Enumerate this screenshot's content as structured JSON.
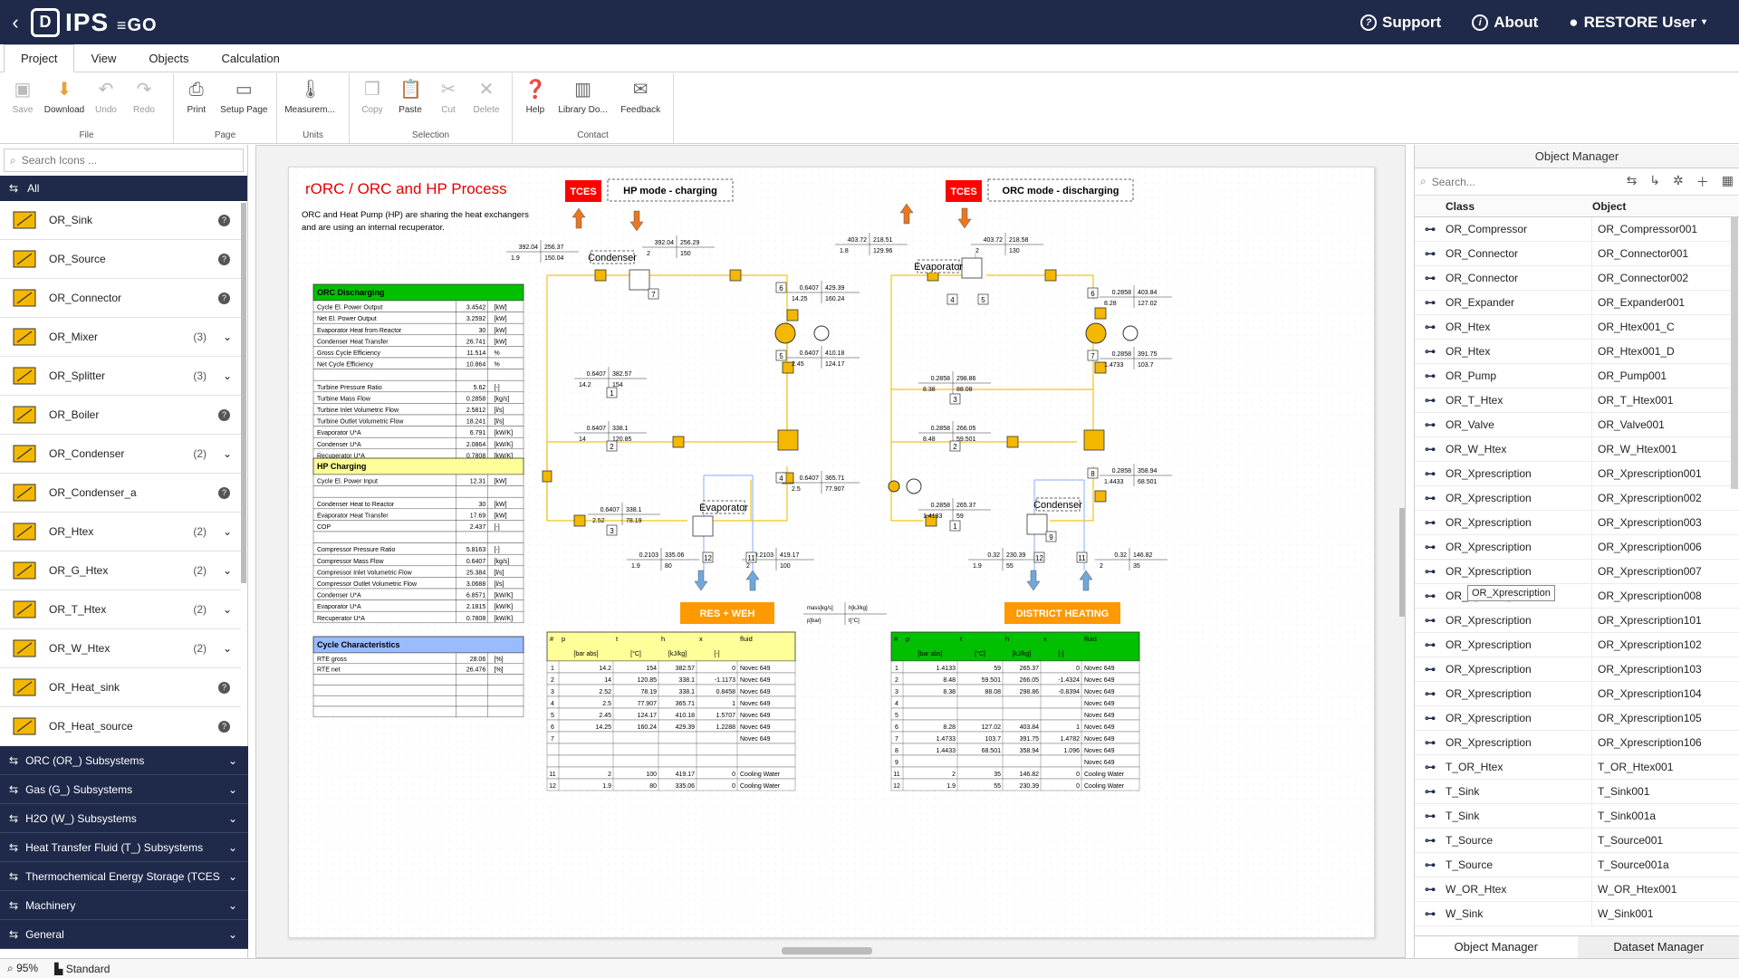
{
  "app": {
    "logo_initial": "D",
    "logo_main": "IPS",
    "logo_tail": "GO",
    "support": "Support",
    "about": "About",
    "user": "RESTORE User"
  },
  "tabs": [
    "Project",
    "View",
    "Objects",
    "Calculation"
  ],
  "ribbon": {
    "file": {
      "title": "File",
      "save": "Save",
      "download": "Download",
      "undo": "Undo",
      "redo": "Redo"
    },
    "page": {
      "title": "Page",
      "print": "Print",
      "setup": "Setup Page"
    },
    "units": {
      "title": "Units",
      "measure": "Measurem..."
    },
    "selection": {
      "title": "Selection",
      "copy": "Copy",
      "paste": "Paste",
      "cut": "Cut",
      "delete": "Delete"
    },
    "contact": {
      "title": "Contact",
      "help": "Help",
      "library": "Library Do...",
      "feedback": "Feedback"
    }
  },
  "left": {
    "search_placeholder": "Search Icons ...",
    "all": "All",
    "items": [
      {
        "label": "OR_Sink",
        "count": "",
        "icon": "arrow-right-icon"
      },
      {
        "label": "OR_Source",
        "count": "",
        "icon": "arrow-right-icon"
      },
      {
        "label": "OR_Connector",
        "count": "",
        "icon": "connector-icon"
      },
      {
        "label": "OR_Mixer",
        "count": "(3)",
        "icon": "mixer-icon"
      },
      {
        "label": "OR_Splitter",
        "count": "(3)",
        "icon": "splitter-icon"
      },
      {
        "label": "OR_Boiler",
        "count": "",
        "icon": "boiler-icon"
      },
      {
        "label": "OR_Condenser",
        "count": "(2)",
        "icon": "condenser-icon"
      },
      {
        "label": "OR_Condenser_a",
        "count": "",
        "icon": "condenser-a-icon"
      },
      {
        "label": "OR_Htex",
        "count": "(2)",
        "icon": "heat-exchanger-icon"
      },
      {
        "label": "OR_G_Htex",
        "count": "(2)",
        "icon": "heat-exchanger-icon"
      },
      {
        "label": "OR_T_Htex",
        "count": "(2)",
        "icon": "heat-exchanger-icon"
      },
      {
        "label": "OR_W_Htex",
        "count": "(2)",
        "icon": "heat-exchanger-icon"
      },
      {
        "label": "OR_Heat_sink",
        "count": "",
        "icon": "heat-sink-icon"
      },
      {
        "label": "OR_Heat_source",
        "count": "",
        "icon": "heat-source-icon"
      }
    ],
    "categories": [
      "ORC (OR_) Subsystems",
      "Gas (G_) Subsystems",
      "H2O (W_) Subsystems",
      "Heat Transfer Fluid (T_) Subsystems",
      "Thermochemical Energy Storage (TCES",
      "Machinery",
      "General"
    ]
  },
  "diagram": {
    "title": "rORC / ORC and HP Process",
    "desc1": "ORC and Heat Pump (HP) are sharing the heat exchangers",
    "desc2": "and are using an internal recuperator.",
    "tces": "TCES",
    "hp_mode": "HP mode - charging",
    "orc_mode": "ORC mode - discharging",
    "res_weh": "RES + WEH",
    "district": "DISTRICT HEATING",
    "legend": {
      "m": "mass[kg/s]",
      "h": "h[kJ/kg]",
      "p": "p[bar]",
      "t": "t[°C]"
    },
    "condenser": "Condenser",
    "evaporator": "Evaporator",
    "orc_table": {
      "title": "ORC Discharging",
      "rows": [
        [
          "Cycle El. Power Output",
          "3.4542",
          "[kW]"
        ],
        [
          "Net El. Power Output",
          "3.2592",
          "[kW]"
        ],
        [
          "Evaporator Heat from Reactor",
          "30",
          "[kW]"
        ],
        [
          "Condenser Heat Transfer",
          "26.741",
          "[kW]"
        ],
        [
          "Gross Cycle Efficiency",
          "11.514",
          "%"
        ],
        [
          "Net Cycle Efficiency",
          "10.864",
          "%"
        ],
        [
          "",
          "",
          ""
        ],
        [
          "Turbine Pressure Ratio",
          "5.62",
          "[-]"
        ],
        [
          "Turbine Mass Flow",
          "0.2858",
          "[kg/s]"
        ],
        [
          "Turbine Inlet Volumetric Flow",
          "2.5812",
          "[l/s]"
        ],
        [
          "Turbine Outlet Volumetric Flow",
          "18.241",
          "[l/s]"
        ],
        [
          "Evaporator U*A",
          "6.791",
          "[kW/K]"
        ],
        [
          "Condenser U*A",
          "2.0864",
          "[kW/K]"
        ],
        [
          "Recuperator U*A",
          "0.7808",
          "[kW/K]"
        ]
      ]
    },
    "hp_table": {
      "title": "HP Charging",
      "rows": [
        [
          "Cycle El. Power Input",
          "12.31",
          "[kW]"
        ],
        [
          "",
          "",
          ""
        ],
        [
          "Condenser Heat to Reactor",
          "30",
          "[kW]"
        ],
        [
          "Evaporator Heat Transfer",
          "17.69",
          "[kW]"
        ],
        [
          "COP",
          "2.437",
          "[-]"
        ],
        [
          "",
          "",
          ""
        ],
        [
          "Compressor Pressure Ratio",
          "5.8163",
          "[-]"
        ],
        [
          "Compressor Mass Flow",
          "0.6407",
          "[kg/s]"
        ],
        [
          "Compressor Inlet Volumetric Flow",
          "25.384",
          "[l/s]"
        ],
        [
          "Compressor Outlet Volumetric Flow",
          "3.0688",
          "[l/s]"
        ],
        [
          "Condenser U*A",
          "6.8571",
          "[kW/K]"
        ],
        [
          "Evaporator U*A",
          "2.1815",
          "[kW/K]"
        ],
        [
          "Recuperator U*A",
          "0.7808",
          "[kW/K]"
        ]
      ]
    },
    "cycle_table": {
      "title": "Cycle Characteristics",
      "rows": [
        [
          "RTE gross",
          "28.06",
          "[%]"
        ],
        [
          "RTE net",
          "26.476",
          "[%]"
        ],
        [
          "",
          "",
          ""
        ],
        [
          "",
          "",
          ""
        ],
        [
          "",
          "",
          ""
        ],
        [
          "",
          "",
          ""
        ]
      ]
    },
    "state_headers": [
      "#",
      "p",
      "t",
      "h",
      "x",
      "fluid"
    ],
    "state_units": [
      "",
      "[bar abs]",
      "[°C]",
      "[kJ/kg]",
      "[-]",
      ""
    ],
    "hp_states": [
      [
        "1",
        "14.2",
        "154",
        "382.57",
        "0",
        "Novec 649"
      ],
      [
        "2",
        "14",
        "120.85",
        "338.1",
        "-1.1173",
        "Novec 649"
      ],
      [
        "3",
        "2.52",
        "78.19",
        "338.1",
        "0.8458",
        "Novec 649"
      ],
      [
        "4",
        "2.5",
        "77.907",
        "365.71",
        "1",
        "Novec 649"
      ],
      [
        "5",
        "2.45",
        "124.17",
        "410.18",
        "1.5707",
        "Novec 649"
      ],
      [
        "6",
        "14.25",
        "160.24",
        "429.39",
        "1.2288",
        "Novec 649"
      ],
      [
        "7",
        "",
        "",
        "",
        "",
        "Novec 649"
      ],
      [
        "",
        "",
        "",
        "",
        "",
        ""
      ],
      [
        "",
        "",
        "",
        "",
        "",
        ""
      ],
      [
        "11",
        "2",
        "100",
        "419.17",
        "0",
        "Cooling Water"
      ],
      [
        "12",
        "1.9",
        "80",
        "335.06",
        "0",
        "Cooling Water"
      ]
    ],
    "orc_states": [
      [
        "1",
        "1.4133",
        "59",
        "265.37",
        "0",
        "Novec 649"
      ],
      [
        "2",
        "8.48",
        "59.501",
        "266.05",
        "-1.4324",
        "Novec 649"
      ],
      [
        "3",
        "8.38",
        "88.08",
        "298.86",
        "-0.8394",
        "Novec 649"
      ],
      [
        "4",
        "",
        "",
        "",
        "",
        "Novec 649"
      ],
      [
        "5",
        "",
        "",
        "",
        "",
        "Novec 649"
      ],
      [
        "6",
        "8.28",
        "127.02",
        "403.84",
        "1",
        "Novec 649"
      ],
      [
        "7",
        "1.4733",
        "103.7",
        "391.75",
        "1.4782",
        "Novec 649"
      ],
      [
        "8",
        "1.4433",
        "68.501",
        "358.94",
        "1.096",
        "Novec 649"
      ],
      [
        "9",
        "",
        "",
        "",
        "",
        "Novec 649"
      ],
      [
        "11",
        "2",
        "35",
        "146.82",
        "0",
        "Cooling Water"
      ],
      [
        "12",
        "1.9",
        "55",
        "230.39",
        "0",
        "Cooling Water"
      ]
    ],
    "hp_labels": [
      [
        "392.04",
        "256.37",
        "1.9",
        "150.04"
      ],
      [
        "392.04",
        "256.29",
        "2",
        "150"
      ],
      [
        "0.6407",
        "429.39",
        "14.25",
        "160.24"
      ],
      [
        "0.6407",
        "410.18",
        "2.45",
        "124.17"
      ],
      [
        "0.6407",
        "382.57",
        "14.2",
        "154"
      ],
      [
        "0.6407",
        "338.1",
        "14",
        "120.85"
      ],
      [
        "0.6407",
        "365.71",
        "2.5",
        "77.907"
      ],
      [
        "0.6407",
        "338.1",
        "2.52",
        "78.19"
      ],
      [
        "0.2103",
        "335.06",
        "1.9",
        "80"
      ],
      [
        "0.2103",
        "419.17",
        "2",
        "100"
      ]
    ],
    "orc_labels": [
      [
        "403.72",
        "218.51",
        "1.8",
        "129.96"
      ],
      [
        "403.72",
        "218.58",
        "2",
        "130"
      ],
      [
        "0.2858",
        "403.84",
        "8.28",
        "127.02"
      ],
      [
        "0.2858",
        "391.75",
        "1.4733",
        "103.7"
      ],
      [
        "0.2858",
        "298.86",
        "8.38",
        "88.08"
      ],
      [
        "0.2858",
        "266.05",
        "8.48",
        "59.501"
      ],
      [
        "0.2858",
        "358.94",
        "1.4433",
        "68.501"
      ],
      [
        "0.2858",
        "265.37",
        "1.4133",
        "59"
      ],
      [
        "0.32",
        "230.39",
        "1.9",
        "55"
      ],
      [
        "0.32",
        "146.82",
        "2",
        "35"
      ]
    ],
    "node_numbers_hp": [
      "7",
      "6",
      "5",
      "1",
      "2",
      "4",
      "3",
      "12",
      "11"
    ],
    "node_numbers_orc": [
      "4",
      "5",
      "6",
      "7",
      "3",
      "2",
      "8",
      "1",
      "9",
      "12",
      "11"
    ]
  },
  "objects": {
    "title": "Object Manager",
    "search_placeholder": "Search...",
    "col_class": "Class",
    "col_object": "Object",
    "tooltip": "OR_Xprescription",
    "rows": [
      [
        "OR_Compressor",
        "OR_Compressor001"
      ],
      [
        "OR_Connector",
        "OR_Connector001"
      ],
      [
        "OR_Connector",
        "OR_Connector002"
      ],
      [
        "OR_Expander",
        "OR_Expander001"
      ],
      [
        "OR_Htex",
        "OR_Htex001_C"
      ],
      [
        "OR_Htex",
        "OR_Htex001_D"
      ],
      [
        "OR_Pump",
        "OR_Pump001"
      ],
      [
        "OR_T_Htex",
        "OR_T_Htex001"
      ],
      [
        "OR_Valve",
        "OR_Valve001"
      ],
      [
        "OR_W_Htex",
        "OR_W_Htex001"
      ],
      [
        "OR_Xprescription",
        "OR_Xprescription001"
      ],
      [
        "OR_Xprescription",
        "OR_Xprescription002"
      ],
      [
        "OR_Xprescription",
        "OR_Xprescription003"
      ],
      [
        "OR_Xprescription",
        "OR_Xprescription006"
      ],
      [
        "OR_Xprescription",
        "OR_Xprescription007"
      ],
      [
        "OR_Xprescription",
        "OR_Xprescription008"
      ],
      [
        "OR_Xprescription",
        "OR_Xprescription101"
      ],
      [
        "OR_Xprescription",
        "OR_Xprescription102"
      ],
      [
        "OR_Xprescription",
        "OR_Xprescription103"
      ],
      [
        "OR_Xprescription",
        "OR_Xprescription104"
      ],
      [
        "OR_Xprescription",
        "OR_Xprescription105"
      ],
      [
        "OR_Xprescription",
        "OR_Xprescription106"
      ],
      [
        "T_OR_Htex",
        "T_OR_Htex001"
      ],
      [
        "T_Sink",
        "T_Sink001"
      ],
      [
        "T_Sink",
        "T_Sink001a"
      ],
      [
        "T_Source",
        "T_Source001"
      ],
      [
        "T_Source",
        "T_Source001a"
      ],
      [
        "W_OR_Htex",
        "W_OR_Htex001"
      ],
      [
        "W_Sink",
        "W_Sink001"
      ]
    ],
    "tab_objects": "Object Manager",
    "tab_dataset": "Dataset Manager"
  },
  "status": {
    "zoom": "95%",
    "mode": "Standard"
  },
  "colors": {
    "navy": "#1f2a4b",
    "green": "#00c000",
    "yellow": "#ffff99",
    "blue": "#99bbff",
    "orange": "#ff9900",
    "red": "#ff0000",
    "pipe": "#f0c419"
  }
}
